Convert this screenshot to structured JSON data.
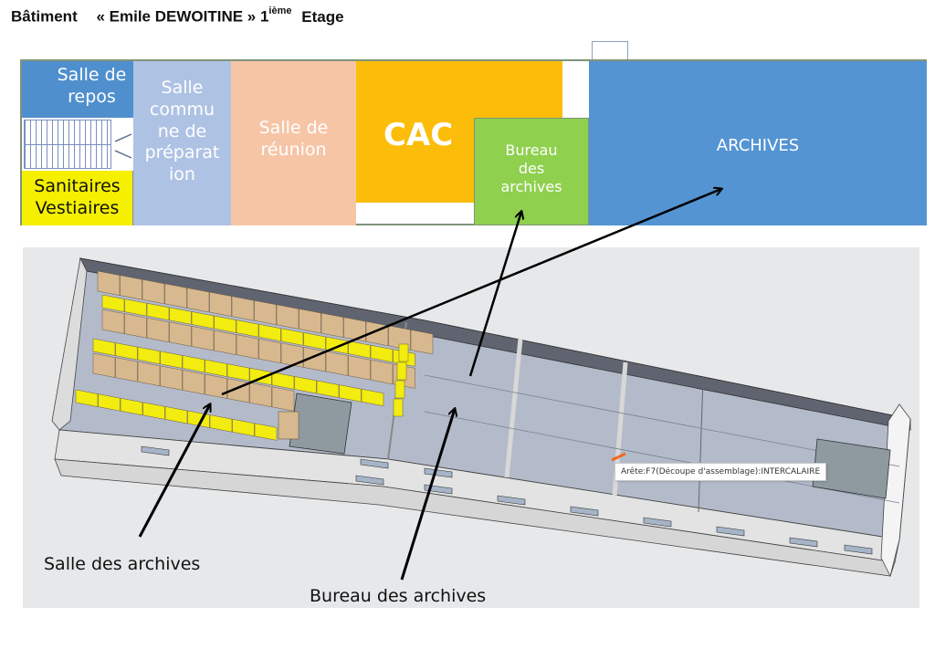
{
  "header": {
    "title_main": "Bâtiment",
    "title_building": "« Emile DEWOITINE » 1",
    "title_sup": "ième",
    "title_floor": "Etage"
  },
  "floor_plan": {
    "rooms": [
      {
        "id": "repos",
        "label": "Salle de repos",
        "lines": [
          "Salle de",
          "repos"
        ],
        "color": "#4f8fce"
      },
      {
        "id": "sanitaires",
        "label": "Sanitaires Vestiaires",
        "lines": [
          "Sanitaires",
          "Vestiaires"
        ],
        "color": "#f4f000"
      },
      {
        "id": "commune",
        "label": "Salle commune de préparation",
        "lines": [
          "Salle",
          "commu",
          "ne de",
          "préparat",
          "ion"
        ],
        "color": "#aec2e4"
      },
      {
        "id": "reunion",
        "label": "Salle de réunion",
        "lines": [
          "Salle de",
          "réunion"
        ],
        "color": "#f6c5a6"
      },
      {
        "id": "cac",
        "label": "CAC",
        "lines": [
          "CAC"
        ],
        "color": "#fbbd0a"
      },
      {
        "id": "bureau",
        "label": "Bureau des archives",
        "lines": [
          "Bureau",
          "des",
          "archives"
        ],
        "color": "#8fd04f"
      },
      {
        "id": "archives",
        "label": "ARCHIVES",
        "lines": [
          "ARCHIVES"
        ],
        "color": "#5494d3"
      }
    ]
  },
  "model_view": {
    "background": "#e6e8ea",
    "tooltip": "Arête:F7(Découpe d'assemblage):INTERCALAIRE",
    "labels": {
      "salle_archives": "Salle des archives",
      "bureau_archives": "Bureau des archives"
    },
    "colors": {
      "shelf_yellow": "#f2ec10",
      "box_tan": "#d8b88e",
      "floor": "#b0b8c8",
      "wall_dark": "#5f6470",
      "wall_light": "#e2e2e2",
      "highlight_edge": "#f06a20"
    }
  }
}
